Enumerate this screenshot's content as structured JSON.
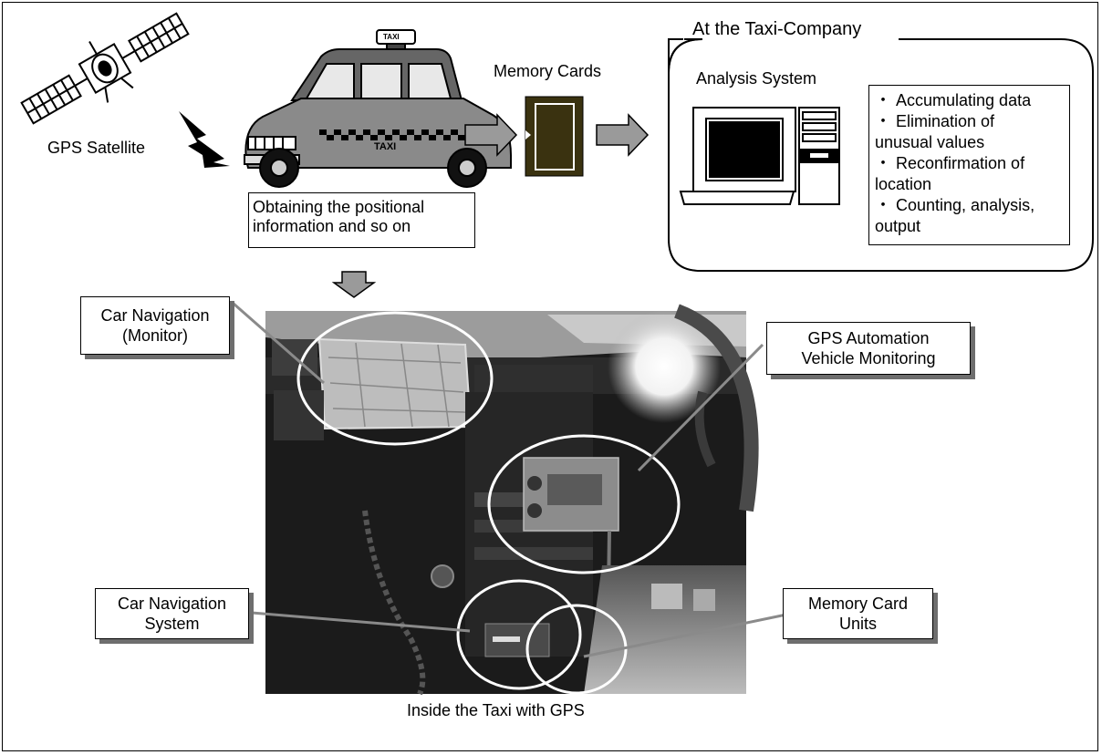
{
  "satellite": {
    "label": "GPS Satellite",
    "icon": "satellite-icon"
  },
  "taxi": {
    "icon": "taxi-icon",
    "roof_sign": "TAXI",
    "door_sign": "TAXI"
  },
  "obtaining_box": {
    "line1": "Obtaining the positional",
    "line2": "information and so on"
  },
  "memory_cards": {
    "label": "Memory Cards",
    "icon": "memory-card-icon"
  },
  "company": {
    "title": "At the Taxi-Company",
    "analysis_label": "Analysis System",
    "icon": "computer-icon",
    "items": [
      "・ Accumulating data",
      "・ Elimination of",
      "unusual values",
      "・ Reconfirmation of",
      "location",
      "・ Counting, analysis,",
      "output"
    ]
  },
  "photo": {
    "caption": "Inside the Taxi with GPS"
  },
  "callouts": {
    "car_nav_monitor": {
      "line1": "Car Navigation",
      "line2": "(Monitor)"
    },
    "gps_avm": {
      "line1": "GPS Automation",
      "line2": "Vehicle Monitoring"
    },
    "car_nav_system": {
      "line1": "Car Navigation",
      "line2": "System"
    },
    "memory_card_units": {
      "line1": "Memory Card",
      "line2": "Units"
    }
  },
  "colors": {
    "arrow_fill": "#9a9a9a",
    "memory_card_fill": "#3a3210",
    "callout_shadow": "#6e6e6e",
    "photo_dark": "#1b1b1b"
  }
}
